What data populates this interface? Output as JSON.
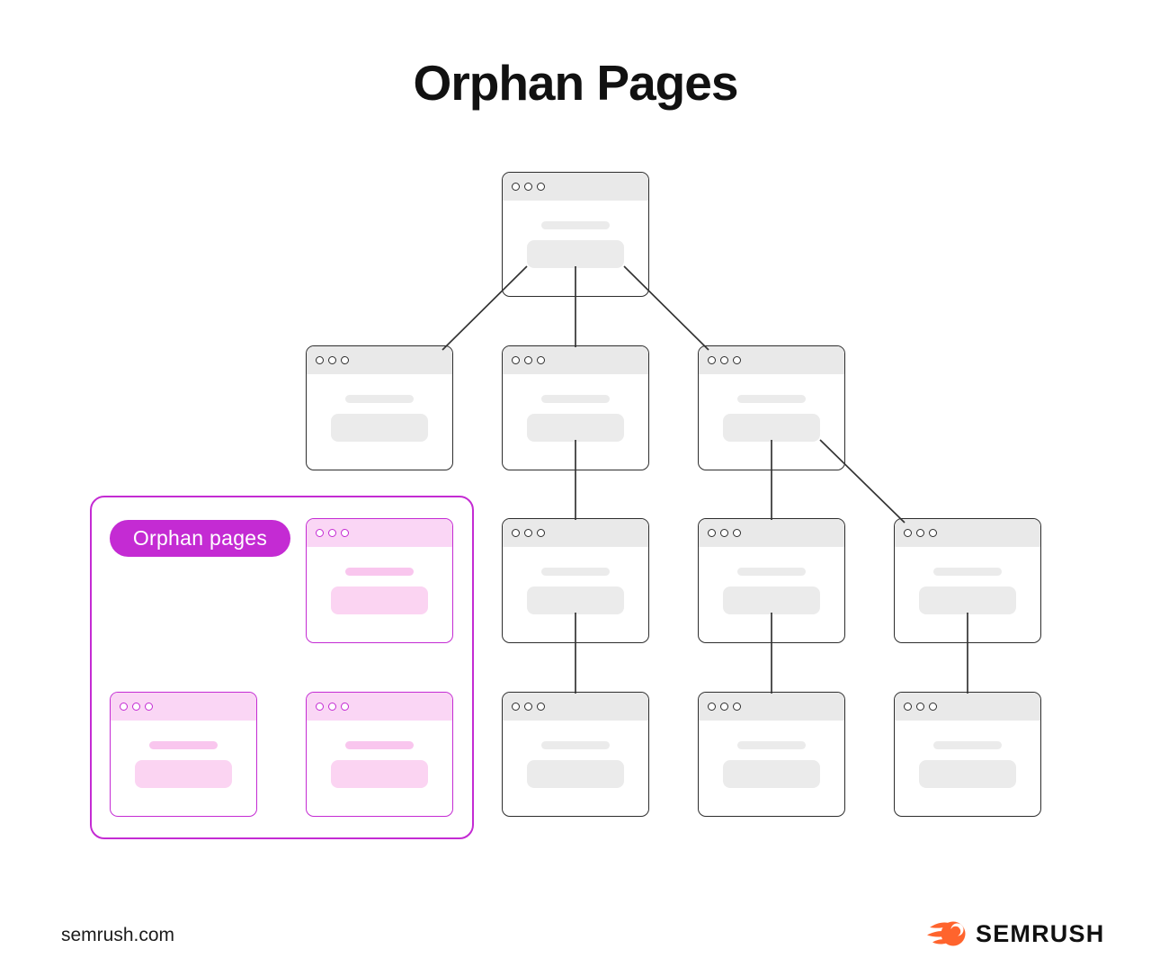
{
  "header": {
    "title": "Orphan Pages"
  },
  "orphan_box": {
    "label": "Orphan pages"
  },
  "footer": {
    "site": "semrush.com",
    "brand": "SEMRUSH"
  },
  "colors": {
    "magenta": "#c42bd3",
    "pink_header": "#fad6f5",
    "pink_line": "#f9c6ee",
    "pink_button": "#fbd4f2",
    "gray_header": "#e9e9e9",
    "gray_block": "#ebebeb",
    "edge": "#333333",
    "orange": "#ff642d",
    "ink": "#111111"
  },
  "diagram": {
    "nodes": [
      {
        "id": "home",
        "row": "r0",
        "col": "c1",
        "variant": "linked"
      },
      {
        "id": "l2-left",
        "row": "r1",
        "col": "c0",
        "variant": "linked"
      },
      {
        "id": "l2-mid",
        "row": "r1",
        "col": "c1",
        "variant": "linked"
      },
      {
        "id": "l2-right",
        "row": "r1",
        "col": "c2",
        "variant": "linked"
      },
      {
        "id": "l3-a",
        "row": "r2",
        "col": "c1",
        "variant": "linked"
      },
      {
        "id": "l3-b",
        "row": "r2",
        "col": "c2",
        "variant": "linked"
      },
      {
        "id": "l3-c",
        "row": "r2",
        "col": "c3",
        "variant": "linked"
      },
      {
        "id": "l4-a",
        "row": "r3",
        "col": "c1",
        "variant": "linked"
      },
      {
        "id": "l4-b",
        "row": "r3",
        "col": "c2",
        "variant": "linked"
      },
      {
        "id": "l4-c",
        "row": "r3",
        "col": "c3",
        "variant": "linked"
      },
      {
        "id": "orphan-1",
        "row": "r2",
        "col": "c0",
        "variant": "orphan"
      },
      {
        "id": "orphan-2",
        "row": "r3",
        "col": "o0",
        "variant": "orphan"
      },
      {
        "id": "orphan-3",
        "row": "r3",
        "col": "c0",
        "variant": "orphan"
      }
    ],
    "edges": [
      {
        "from": "home",
        "to": "l2-left",
        "fromAnchor": "bottom-left",
        "toAnchor": "top-right"
      },
      {
        "from": "home",
        "to": "l2-mid",
        "fromAnchor": "bottom-center",
        "toAnchor": "top-center"
      },
      {
        "from": "home",
        "to": "l2-right",
        "fromAnchor": "bottom-right",
        "toAnchor": "top-left"
      },
      {
        "from": "l2-mid",
        "to": "l3-a",
        "fromAnchor": "bottom-center",
        "toAnchor": "top-center"
      },
      {
        "from": "l2-right",
        "to": "l3-b",
        "fromAnchor": "bottom-center",
        "toAnchor": "top-center"
      },
      {
        "from": "l2-right",
        "to": "l3-c",
        "fromAnchor": "bottom-right",
        "toAnchor": "top-left"
      },
      {
        "from": "l3-a",
        "to": "l4-a",
        "fromAnchor": "bottom-center",
        "toAnchor": "top-center"
      },
      {
        "from": "l3-b",
        "to": "l4-b",
        "fromAnchor": "bottom-center",
        "toAnchor": "top-center"
      },
      {
        "from": "l3-c",
        "to": "l4-c",
        "fromAnchor": "bottom-center",
        "toAnchor": "top-center"
      }
    ]
  }
}
